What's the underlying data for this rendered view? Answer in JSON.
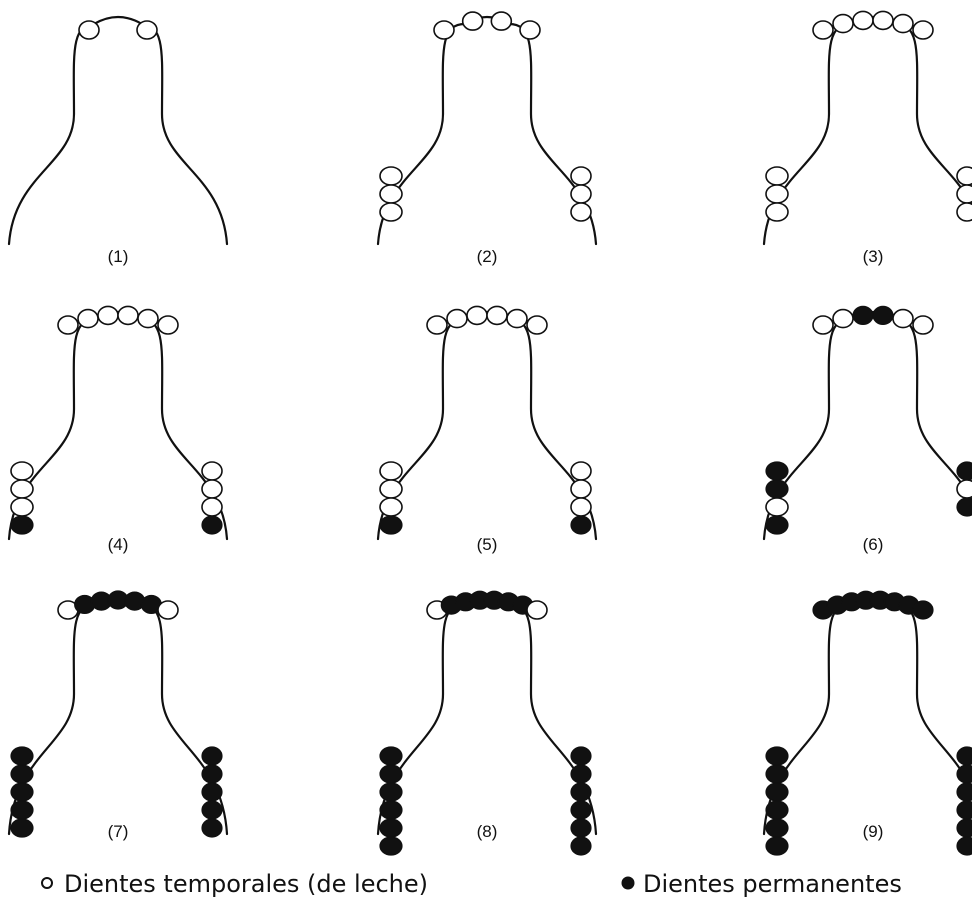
{
  "panels": [
    {
      "label": "(1)",
      "front": "mm",
      "left_side": "",
      "right_side": ""
    },
    {
      "label": "(2)",
      "front": "mmmm",
      "left_side": "mmm",
      "right_side": "mmm"
    },
    {
      "label": "(3)",
      "front": "mmmmmm",
      "left_side": "mmm",
      "right_side": "mmm"
    },
    {
      "label": "(4)",
      "front": "mmmmmm",
      "left_side": "mmmp",
      "right_side": "mmmp"
    },
    {
      "label": "(5)",
      "front": "mmmmmm",
      "left_side": "mmmp",
      "right_side": "mmmp"
    },
    {
      "label": "(6)",
      "front": "mmppmm",
      "left_side": "ppmp",
      "right_side": "pmp"
    },
    {
      "label": "(7)",
      "front": "mpppppm",
      "left_side": "ppppp",
      "right_side": "ppppp"
    },
    {
      "label": "(8)",
      "front": "mppppppm",
      "left_side": "pppppp",
      "right_side": "pppppp"
    },
    {
      "label": "(9)",
      "front": "pppppppp",
      "left_side": "pppppp",
      "right_side": "pppppp"
    }
  ],
  "legend": {
    "milk": "Dientes temporales (de leche)",
    "permanent": "Dientes permanentes"
  },
  "colors": {
    "stroke": "#111111",
    "milk_fill": "#ffffff",
    "permanent_fill": "#111111"
  }
}
